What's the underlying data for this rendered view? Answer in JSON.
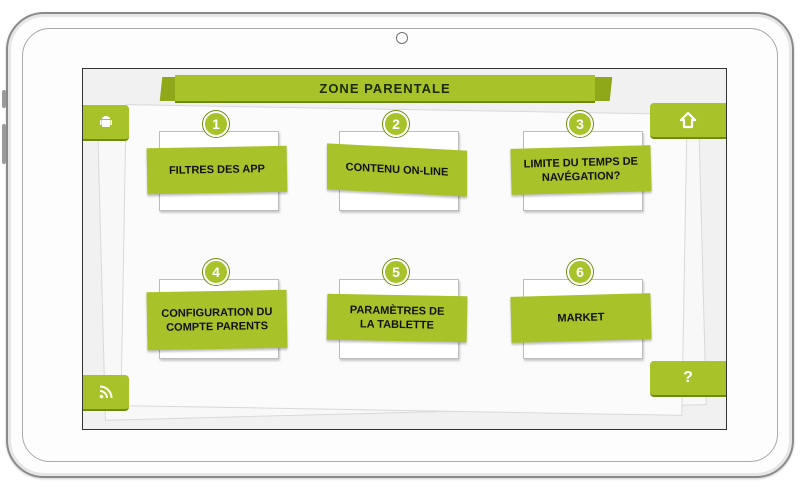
{
  "header": {
    "title": "ZONE PARENTALE"
  },
  "tiles": [
    {
      "number": "1",
      "label": "FILTRES DES APP"
    },
    {
      "number": "2",
      "label": "CONTENU ON-LINE"
    },
    {
      "number": "3",
      "label": "LIMITE DU TEMPS DE NAVÉGATION?"
    },
    {
      "number": "4",
      "label": "CONFIGURATION DU COMPTE PARENTS"
    },
    {
      "number": "5",
      "label": "PARAMÈTRES DE LA TABLETTE"
    },
    {
      "number": "6",
      "label": "MARKET"
    }
  ],
  "side_buttons": {
    "android_icon": "android-icon",
    "home_icon": "home-icon",
    "rss_icon": "rss-icon",
    "help_label": "?"
  },
  "colors": {
    "accent": "#a8c22a",
    "accent_dark": "#6f8a10"
  }
}
